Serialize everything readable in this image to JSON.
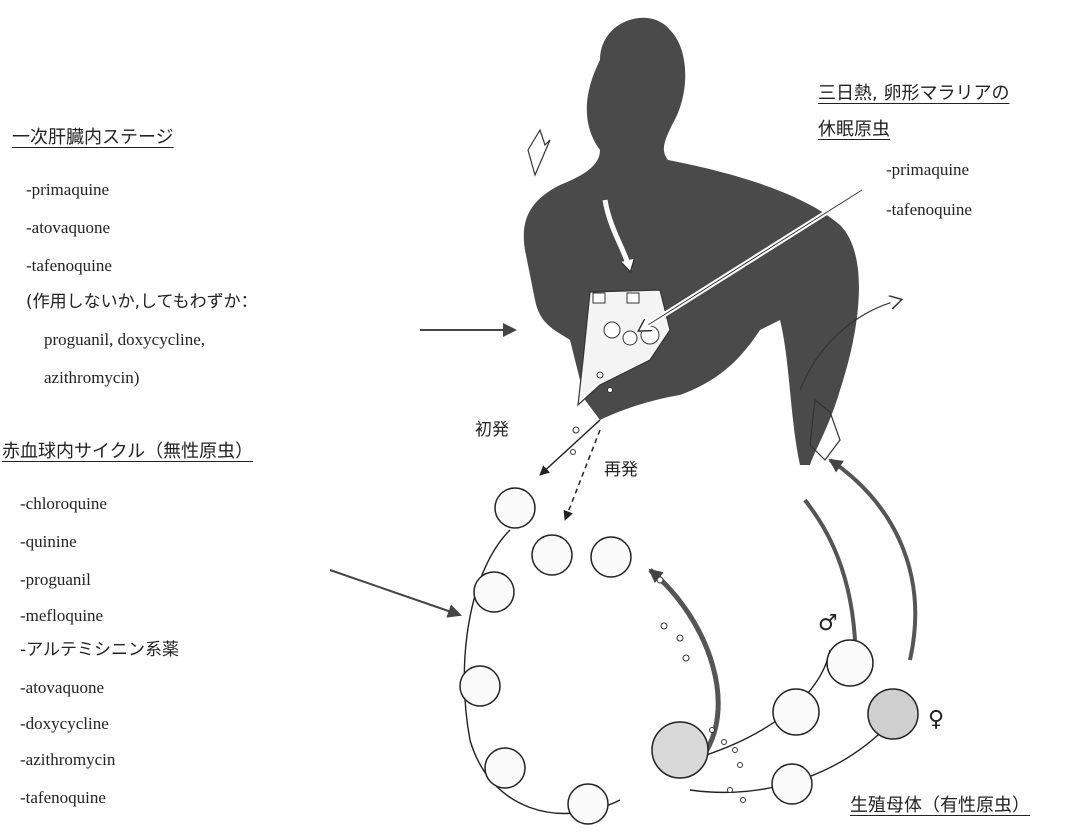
{
  "liver_stage": {
    "heading": "一次肝臓内ステージ",
    "drugs": [
      "-primaquine",
      "-atovaquone",
      "-tafenoquine"
    ],
    "note_line1": "(作用しないか,してもわずか：",
    "note_line2": "proguanil, doxycycline,",
    "note_line3": "azithromycin)"
  },
  "dormant_stage": {
    "heading_line1": "三日熱, 卵形マラリアの",
    "heading_line2": "休眠原虫",
    "drugs": [
      "-primaquine",
      "-tafenoquine"
    ]
  },
  "blood_stage": {
    "heading": "赤血球内サイクル（無性原虫）",
    "drugs": [
      "-chloroquine",
      "-quinine",
      "-proguanil",
      "-mefloquine",
      "-アルテミシニン系薬",
      "-atovaquone",
      "-doxycycline",
      "-azithromycin",
      "-tafenoquine"
    ]
  },
  "gametocyte_stage": {
    "heading": "生殖母体（有性原虫）"
  },
  "labels": {
    "primary": "初発",
    "relapse": "再発",
    "male": "♂",
    "female": "♀"
  },
  "colors": {
    "silhouette": "#4a4a4a",
    "ink": "#222222",
    "arrow_fill": "#6a6a6a"
  }
}
